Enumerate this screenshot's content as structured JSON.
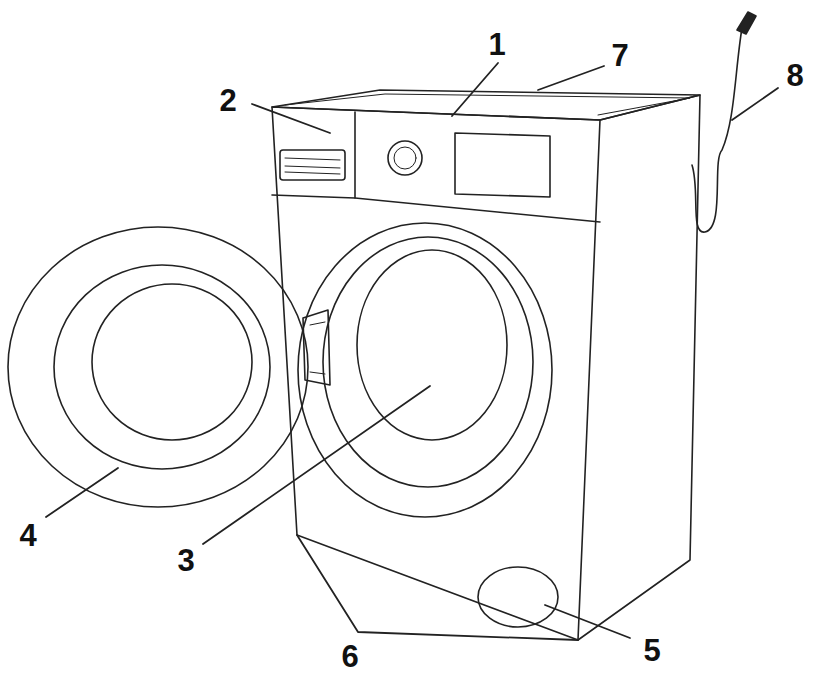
{
  "diagram": {
    "labels": [
      "1",
      "2",
      "7",
      "8",
      "4",
      "3",
      "6",
      "5"
    ]
  }
}
